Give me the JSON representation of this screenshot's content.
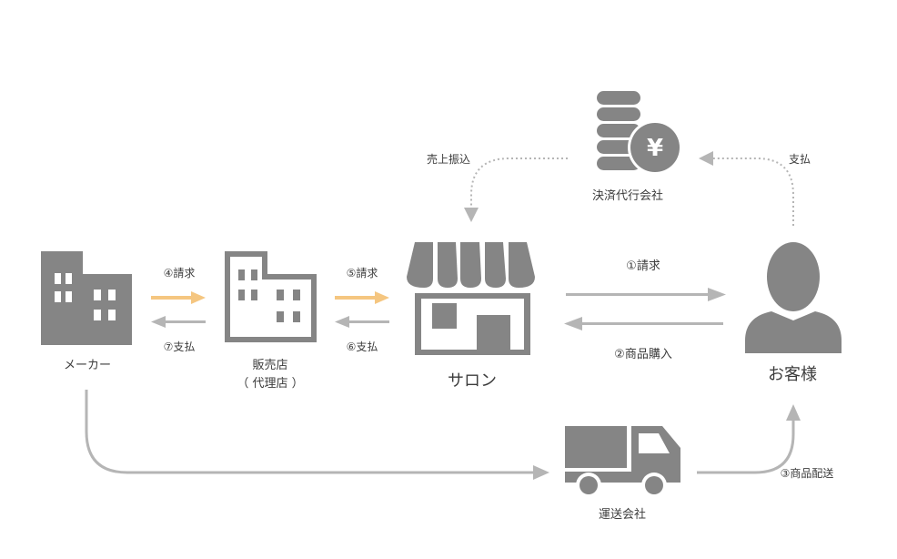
{
  "nodes": {
    "maker": "メーカー",
    "dealer": "販売店",
    "dealer_sub": "（ 代理店 ）",
    "salon": "サロン",
    "customer": "お客様",
    "payment_company": "決済代行会社",
    "shipping_company": "運送会社"
  },
  "arrows": {
    "invoice_dealer_to_maker": "④請求",
    "payment_dealer_to_maker": "⑦支払",
    "invoice_salon_to_dealer": "⑤請求",
    "payment_salon_to_dealer": "⑥支払",
    "invoice_salon_to_customer": "①請求",
    "purchase_customer_to_salon": "②商品購入",
    "delivery_to_customer": "③商品配送",
    "sales_transfer": "売上振込",
    "customer_payment": "支払"
  },
  "icons": {
    "maker": "building-icon",
    "dealer": "building-icon",
    "salon": "storefront-icon",
    "customer": "person-icon",
    "payment_company": "yen-coins-icon",
    "shipping_company": "truck-icon"
  },
  "colors": {
    "icon_gray": "#858585",
    "arrow_gray": "#b5b5b5",
    "arrow_orange": "#f5c680",
    "text": "#3c3c3c"
  }
}
